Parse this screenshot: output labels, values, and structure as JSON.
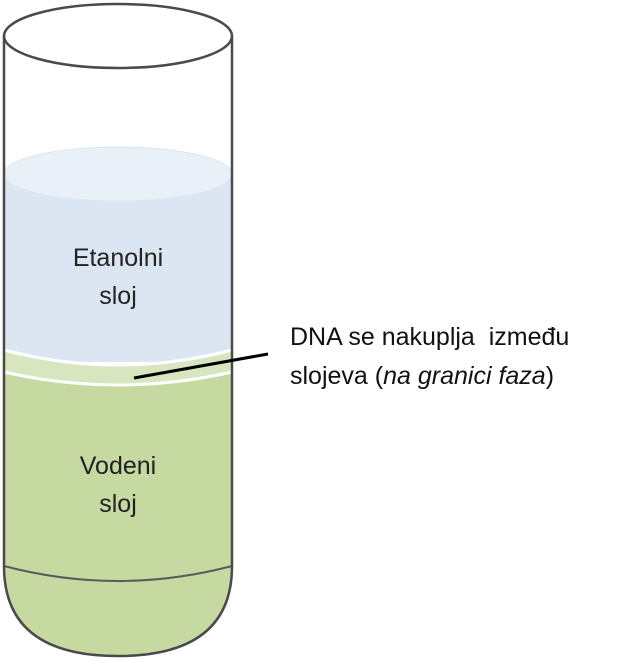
{
  "colors": {
    "background": "#ffffff",
    "tube_outline": "#4a4a4a",
    "ethanol_layer": "#dce6f2",
    "ethanol_top_surface": "#eaf0f8",
    "aqueous_layer": "#c6d9a0",
    "interface_band": "#d8e6c0",
    "interface_highlight": "#ffffff",
    "leader_line": "#000000",
    "text": "#222222"
  },
  "layers": {
    "ethanol": {
      "line1": "Etanolni",
      "line2": "sloj"
    },
    "aqueous": {
      "line1": "Vodeni",
      "line2": "sloj"
    }
  },
  "annotation": {
    "line1": "DNA se nakuplja  između",
    "line2_prefix": "slojeva (",
    "line2_italic": "na granici faza",
    "line2_suffix": ")"
  }
}
